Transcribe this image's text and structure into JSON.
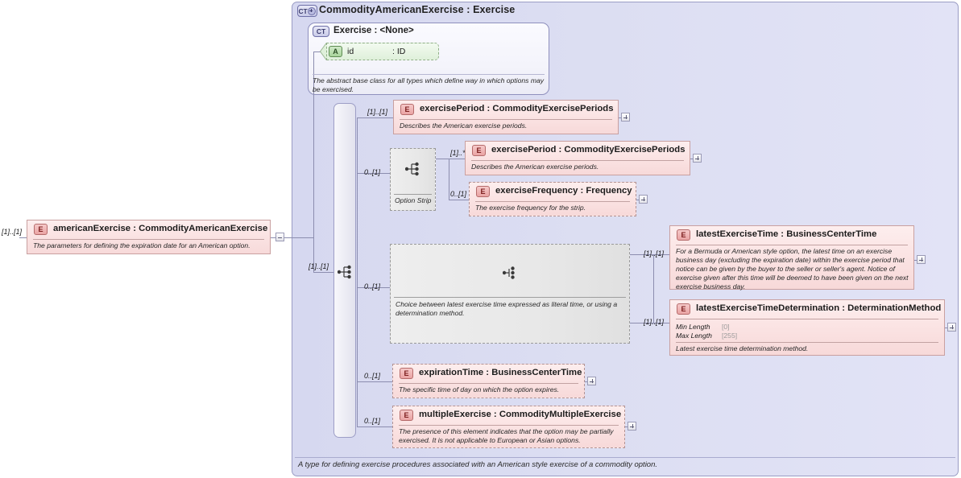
{
  "diagram": {
    "type": "xsd-schema-diagram",
    "complex_type": {
      "badge": "CT",
      "badge_icon": "plus-circle-icon",
      "title": "CommodityAmericanExercise : Exercise",
      "footer_doc": "A type for defining exercise procedures associated with an American style exercise of a commodity option."
    },
    "base_type": {
      "badge": "CT",
      "title": "Exercise : <None>",
      "attribute": {
        "badge": "A",
        "name": "id",
        "type": ": ID"
      },
      "doc": "The abstract base class for all types which define way in which options may be exercised."
    },
    "root_element": {
      "cardinality": "[1]..[1]",
      "badge": "E",
      "title": "americanExercise : CommodityAmericanExercise",
      "doc": "The parameters for defining the expiration date for an American option.",
      "toggle": "minus"
    },
    "sequence_cardinality": "[1]..[1]",
    "children": [
      {
        "cardinality": "[1]..[1]",
        "badge": "E",
        "title": "exercisePeriod : CommodityExercisePeriods",
        "doc": "Describes the American exercise periods.",
        "toggle": "plus",
        "optional": false
      },
      {
        "cardinality": "0..[1]",
        "group_label": "Option Strip",
        "group_type": "sequence",
        "children": [
          {
            "cardinality": "[1]..*",
            "badge": "E",
            "title": "exercisePeriod : CommodityExercisePeriods",
            "doc": "Describes the American exercise periods.",
            "toggle": "plus",
            "optional": false
          },
          {
            "cardinality": "0..[1]",
            "badge": "E",
            "title": "exerciseFrequency : Frequency",
            "doc": "The exercise frequency for the strip.",
            "toggle": "plus",
            "optional": true
          }
        ]
      },
      {
        "cardinality": "0..[1]",
        "group_type": "choice",
        "group_doc": "Choice between latest exercise time expressed as literal time, or using a determination method.",
        "children": [
          {
            "cardinality": "[1]..[1]",
            "badge": "E",
            "title": "latestExerciseTime : BusinessCenterTime",
            "doc": "For a Bermuda or American style option, the latest time on an exercise business day (excluding the expiration date) within the exercise period that notice can be given by the buyer to the seller or seller's agent. Notice of exercise given after this time will be deemed to have been given on the next exercise business day.",
            "toggle": "plus",
            "optional": false
          },
          {
            "cardinality": "[1]..[1]",
            "badge": "E",
            "title": "latestExerciseTimeDetermination : DeterminationMethod",
            "facets": [
              {
                "name": "Min Length",
                "value": "[0]"
              },
              {
                "name": "Max Length",
                "value": "[255]"
              }
            ],
            "doc": "Latest exercise time determination method.",
            "toggle": "plus",
            "optional": false
          }
        ]
      },
      {
        "cardinality": "0..[1]",
        "badge": "E",
        "title": "expirationTime : BusinessCenterTime",
        "doc": "The specific time of day on which the option expires.",
        "toggle": "plus",
        "optional": true
      },
      {
        "cardinality": "0..[1]",
        "badge": "E",
        "title": "multipleExercise : CommodityMultipleExercise",
        "doc": "The presence of this element indicates that the option may be partially exercised. It is not applicable to European or Asian options.",
        "toggle": "plus",
        "optional": true
      }
    ]
  }
}
